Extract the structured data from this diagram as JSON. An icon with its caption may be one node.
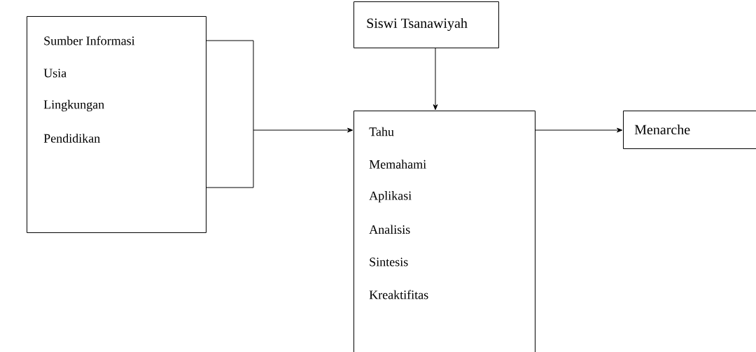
{
  "diagram": {
    "nodes": [
      {
        "text": [
          "Sumber Informasi",
          "Usia",
          "Lingkungan",
          "Pendidikan"
        ]
      },
      {
        "text": [
          "Siswi Tsanawiyah"
        ]
      },
      {
        "text": [
          "Tahu",
          "Memahami",
          "Aplikasi",
          "Analisis",
          "Sintesis",
          "Kreaktifitas"
        ]
      },
      {
        "text": [
          "Menarche"
        ]
      }
    ],
    "edges": [
      {
        "from": 0,
        "to": 2,
        "arrow": "to"
      },
      {
        "from": 1,
        "to": 2,
        "arrow": "to"
      },
      {
        "from": 2,
        "to": 3,
        "arrow": "to"
      }
    ]
  }
}
